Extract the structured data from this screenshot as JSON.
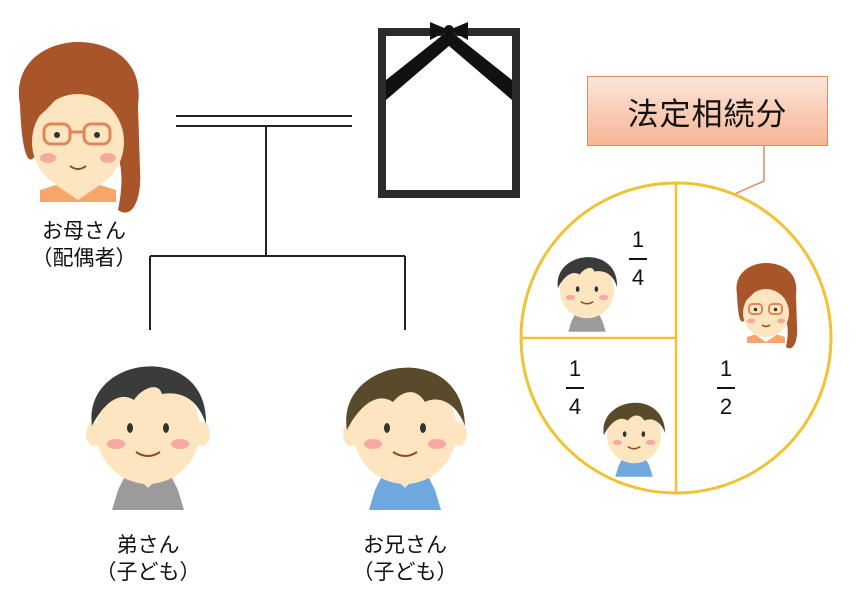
{
  "title": "法定相続分",
  "people": {
    "mother": {
      "name": "お母さん",
      "role": "（配偶者）"
    },
    "younger_brother": {
      "name": "弟さん",
      "role": "（子ども）"
    },
    "older_brother": {
      "name": "お兄さん",
      "role": "（子ども）"
    }
  },
  "shares": {
    "top_left": {
      "numerator": "1",
      "denominator": "4"
    },
    "bottom_left": {
      "numerator": "1",
      "denominator": "4"
    },
    "right": {
      "numerator": "1",
      "denominator": "2"
    }
  },
  "colors": {
    "circle_border": "#f1c232",
    "title_border": "#e08a62",
    "title_fill_top": "#fde6da",
    "title_fill_bottom": "#f7b496",
    "mother_hair": "#a9552a",
    "brother_hair": "#3b3b3b",
    "older_brother_hair": "#5a4a2c",
    "skin": "#fde6bf",
    "cheek": "#f7a9a0",
    "frame": "#222222",
    "frame_mat": "#ffffff",
    "father_hair": "#b3b3b3"
  }
}
